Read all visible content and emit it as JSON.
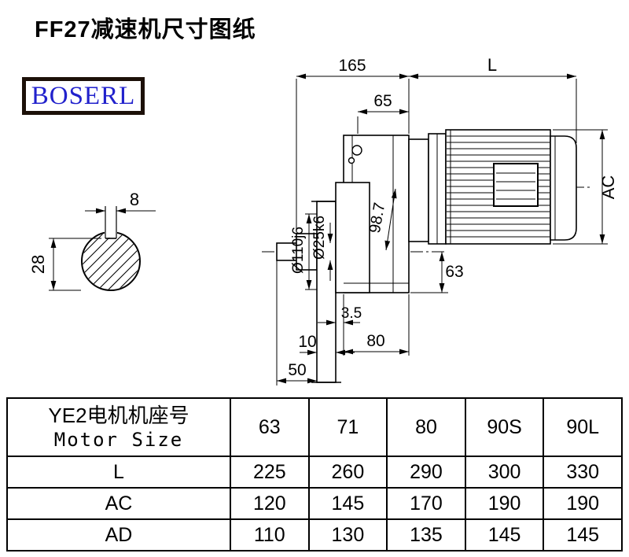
{
  "page": {
    "title": "FF27减速机尺寸图纸",
    "logo": "BOSERL"
  },
  "drawing": {
    "dims": {
      "overall_front": "165",
      "motor_length": "L",
      "input_width": "65",
      "motor_height": "AC",
      "center_distance": "98.7",
      "flange_dia": "Ø110j6",
      "shaft_dia": "Ø25k6",
      "base_height": "63",
      "flange_gap": "3.5",
      "foot_span": "80",
      "step_len": "10",
      "shaft_len": "50",
      "key_width": "8",
      "section_height": "28"
    }
  },
  "table": {
    "header_cn": "YE2电机机座号",
    "header_en": "Motor Size",
    "motor_sizes": [
      "63",
      "71",
      "80",
      "90S",
      "90L"
    ],
    "rows": [
      {
        "label": "L",
        "values": [
          "225",
          "260",
          "290",
          "300",
          "330"
        ]
      },
      {
        "label": "AC",
        "values": [
          "120",
          "145",
          "170",
          "190",
          "190"
        ]
      },
      {
        "label": "AD",
        "values": [
          "110",
          "130",
          "135",
          "145",
          "145"
        ]
      }
    ]
  }
}
